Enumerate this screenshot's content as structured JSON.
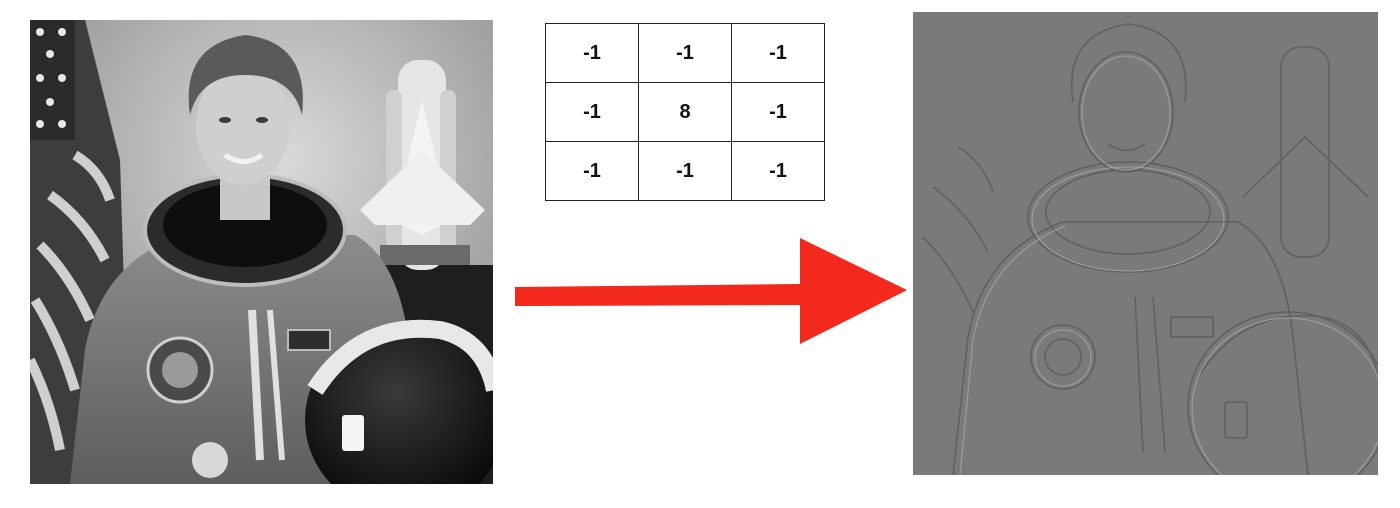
{
  "diagram": {
    "input_image": {
      "icon": "astronaut-portrait-icon",
      "tone": "grayscale"
    },
    "kernel": {
      "rows": [
        [
          "-1",
          "-1",
          "-1"
        ],
        [
          "-1",
          "8",
          "-1"
        ],
        [
          "-1",
          "-1",
          "-1"
        ]
      ]
    },
    "arrow": {
      "color": "#f2291c",
      "direction": "right"
    },
    "output_image": {
      "icon": "edge-detected-astronaut-icon",
      "tone": "gray-edges"
    }
  }
}
